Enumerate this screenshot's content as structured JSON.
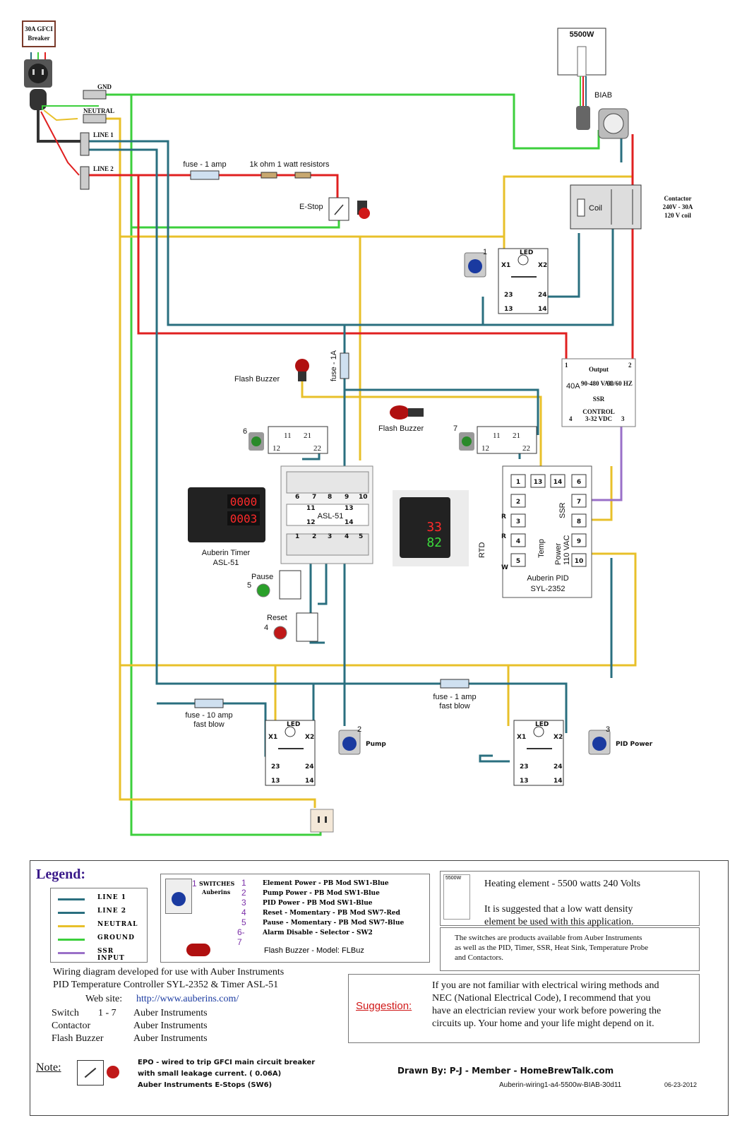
{
  "diagram": {
    "breaker": [
      "30A GFCI",
      "Breaker"
    ],
    "bus_labels": [
      "GND",
      "NEUTRAL",
      "LINE 1",
      "LINE 2"
    ],
    "element": "5500W",
    "biab": "BIAB",
    "fuse_1amp": "fuse - 1 amp",
    "resistors": "1k ohm 1 watt resistors",
    "estop": "E-Stop",
    "coil": "Coil",
    "contactor": [
      "Contactor",
      "240V - 30A",
      "120 V coil"
    ],
    "fuse_1a": "fuse - 1A",
    "flash_buzzer": "Flash Buzzer",
    "ssr": {
      "title": "Output",
      "amp": "40A",
      "range": "90-480 VAC",
      "hz": "50/60 HZ",
      "name": "SSR",
      "control": "CONTROL",
      "vdc": "3-32 VDC",
      "t1": "1",
      "t2": "2",
      "t3": "3",
      "t4": "4"
    },
    "timer_label": [
      "Auberin Timer",
      "ASL-51"
    ],
    "timer_display": [
      "0000",
      "0003"
    ],
    "asl": "ASL-51",
    "asl_top": [
      "6",
      "7",
      "8",
      "9",
      "10"
    ],
    "asl_mid_l": [
      "11",
      "12"
    ],
    "asl_mid_r": [
      "13",
      "14"
    ],
    "asl_bot": [
      "1",
      "2",
      "3",
      "4",
      "5"
    ],
    "selector": [
      "11",
      "21",
      "12",
      "22"
    ],
    "pause": "Pause",
    "reset": "Reset",
    "pid_terminals_l": [
      "1",
      "2",
      "3",
      "4",
      "5"
    ],
    "pid_terminals_top": [
      "13",
      "14",
      "6"
    ],
    "pid_terminals_r": [
      "7",
      "8",
      "9",
      "10"
    ],
    "pid_labels": {
      "ssr": "SSR",
      "power": "Power",
      "vac": "110 VAC",
      "temp": "Temp",
      "rtd": "RTD"
    },
    "pid_name": [
      "Auberin PID",
      "SYL-2352"
    ],
    "pid_display": [
      "33",
      "82"
    ],
    "rtd_wires": [
      "R",
      "R",
      "W"
    ],
    "fuse_10amp": [
      "fuse - 10 amp",
      "fast blow"
    ],
    "fuse_1amp_fast": [
      "fuse - 1 amp",
      "fast blow"
    ],
    "switch_labels": {
      "led": "LED",
      "x1": "X1",
      "x2": "X2",
      "t23": "23",
      "t24": "24",
      "t13": "13",
      "t14": "14"
    },
    "pump": "Pump",
    "pid_power": "PID Power",
    "num_labels": [
      "1",
      "2",
      "3",
      "4",
      "5",
      "6",
      "7"
    ]
  },
  "legend": {
    "title": "Legend:",
    "lines": [
      {
        "name": "LINE 1",
        "color": "#2a6f7f"
      },
      {
        "name": "LINE 2",
        "color": "#2a6f7f"
      },
      {
        "name": "NEUTRAL",
        "color": "#e8c02a"
      },
      {
        "name": "GROUND",
        "color": "#3ccf3c"
      },
      {
        "name": "SSR INPUT",
        "color": "#9a70c8"
      }
    ],
    "switches_header": [
      "SWITCHES",
      "Auberins"
    ],
    "switches": [
      {
        "n": "1",
        "t": "Element Power - PB Mod SW1-Blue"
      },
      {
        "n": "2",
        "t": "Pump Power - PB Mod SW1-Blue"
      },
      {
        "n": "3",
        "t": "PID Power - PB Mod SW1-Blue"
      },
      {
        "n": "4",
        "t": "Reset - Momentary - PB Mod SW7-Red"
      },
      {
        "n": "5",
        "t": "Pause - Momentary - PB Mod SW7-Blue"
      },
      {
        "n": "6-7",
        "t": "Alarm Disable - Selector - SW2"
      }
    ],
    "buzzer_model": "Flash Buzzer - Model: FLBuz",
    "heating": "Heating element - 5500 watts 240 Volts",
    "heating_note": [
      "It is suggested that a low watt density",
      "element be used with this application."
    ],
    "auber_note": [
      "The switches are products available from Auber Instruments",
      "as well as the PID, Timer, SSR, Heat Sink, Temperature Probe",
      "and Contactors."
    ],
    "wiring_dev": [
      "Wiring diagram developed for use with Auber Instruments",
      "PID Temperature Controller SYL-2352 & Timer ASL-51"
    ],
    "website_label": "Web site:",
    "website": "http://www.auberins.com/",
    "sources": [
      {
        "item": "Switch",
        "range": "1 - 7",
        "vendor": "Auber Instruments"
      },
      {
        "item": "Contactor",
        "range": "",
        "vendor": "Auber Instruments"
      },
      {
        "item": "Flash Buzzer",
        "range": "",
        "vendor": "Auber Instruments"
      }
    ],
    "suggestion_label": "Suggestion:",
    "suggestion": [
      "If you are not familiar with electrical wiring methods and",
      "NEC (National Electrical Code), I recommend that you",
      "have an electrician review your work before powering the",
      "circuits up. Your home and your life might depend on it."
    ],
    "note_label": "Note:",
    "note": [
      "EPO - wired to trip GFCI main circuit breaker",
      "with small leakage current. ( 0.06A)",
      "Auber Instruments E-Stops (SW6)"
    ],
    "drawn_by": "Drawn By: P-J - Member - HomeBrewTalk.com",
    "filename": "Auberin-wiring1-a4-5500w-BIAB-30d11",
    "date": "06-23-2012"
  }
}
